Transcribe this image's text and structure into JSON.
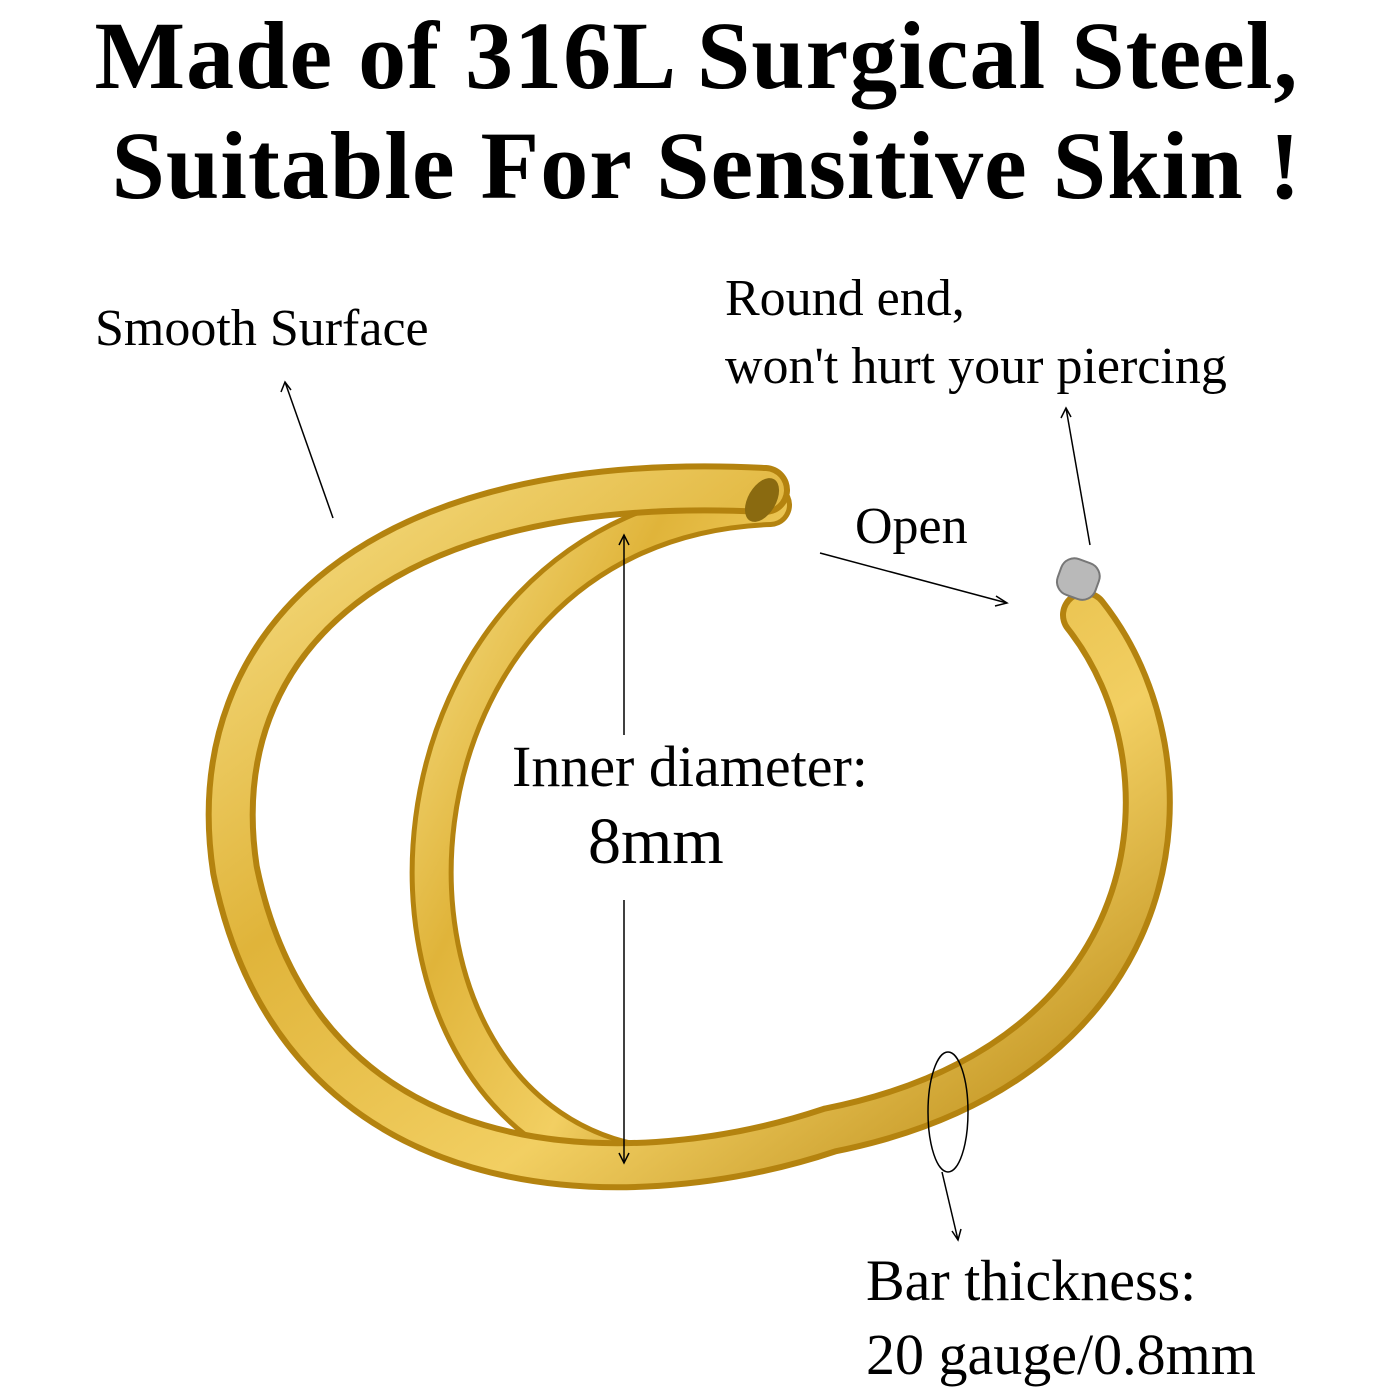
{
  "title": {
    "line1": "Made of 316L Surgical Steel,",
    "line2": "Suitable For Sensitive Skin !"
  },
  "labels": {
    "smooth_surface": "Smooth Surface",
    "round_end_1": "Round end,",
    "round_end_2": "won't hurt your piercing",
    "open": "Open",
    "inner_diameter": "Inner diameter:",
    "inner_diameter_value": "8mm",
    "bar_thickness": "Bar thickness:",
    "bar_thickness_value": "20 gauge/0.8mm"
  },
  "colors": {
    "gold_light": "#f7df86",
    "gold_mid": "#e0b43a",
    "gold_dark": "#b4830f",
    "steel": "#b9b9b9"
  }
}
